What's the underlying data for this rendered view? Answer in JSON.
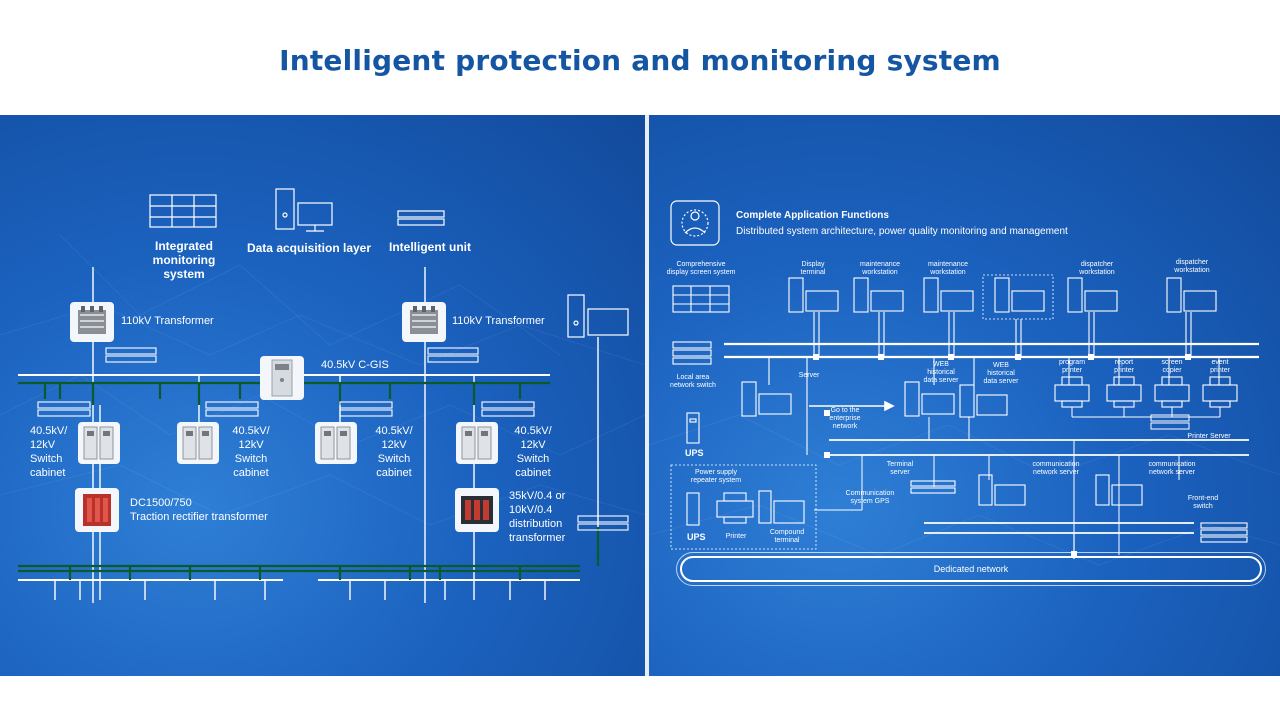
{
  "title": "Intelligent protection and monitoring system",
  "left": {
    "top_labels": {
      "monitoring": "Integrated\nmonitoring\nsystem",
      "acquisition": "Data acquisition layer",
      "intelligent": "Intelligent unit"
    },
    "transformer_left": "110kV Transformer",
    "transformer_right": "110kV Transformer",
    "cgis": "40.5kV C-GIS",
    "cabinets": [
      "40.5kV/\n12kV\nSwitch\ncabinet",
      "40.5kV/\n12kV\nSwitch\ncabinet",
      "40.5kV/\n12kV\nSwitch\ncabinet",
      "40.5kV/\n12kV\nSwitch\ncabinet"
    ],
    "rectifier": "DC1500/750\nTraction rectifier transformer",
    "distribution": "35kV/0.4 or\n10kV/0.4\ndistribution\ntransformer"
  },
  "right": {
    "functions_title": "Complete Application Functions",
    "functions_desc": "Distributed system architecture, power quality monitoring and management",
    "display_screen": "Comprehensive\ndisplay screen system",
    "workstations": [
      "Display\nterminal",
      "maintenance\nworkstation",
      "maintenance\nworkstation",
      "dispatcher\nworkstation",
      "dispatcher\nworkstation"
    ],
    "lan_switch": "Local area\nnetwork switch",
    "server": "Server",
    "web_servers": [
      "WEB\nhistorical\ndata server",
      "WEB\nhistorical\ndata server"
    ],
    "printers": [
      "program\nprinter",
      "report\nprinter",
      "screen\ncopier",
      "event\nprinter"
    ],
    "printer_server": "Printer Server",
    "enterprise": "Go to the\nenterprise\nnetwork",
    "ups_top": "UPS",
    "power_supply": "Power supply\nrepeater system",
    "ups_bottom": "UPS",
    "printer": "Printer",
    "compound_terminal": "Compound\nterminal",
    "terminal_server": "Terminal\nserver",
    "comm_gps": "Communication\nsystem GPS",
    "comm_servers": [
      "communication\nnetwork server",
      "communication\nnetwork server"
    ],
    "frontend_switch": "Front-end\nswitch",
    "dedicated_network": "Dedicated network"
  },
  "colors": {
    "title": "#1556a3",
    "panel": "#1b62bf",
    "bus_green": "#0a5a2a",
    "line": "#ffffff"
  }
}
